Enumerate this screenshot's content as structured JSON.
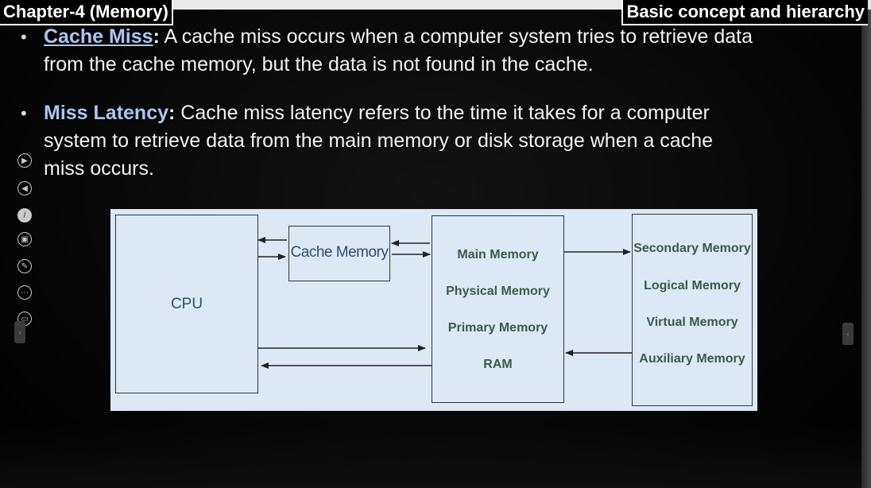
{
  "header": {
    "chapter_title": "Chapter-4 (Memory)",
    "topic_title": "Basic concept and hierarchy"
  },
  "bullets": [
    {
      "term": "Cache Miss",
      "colon": ":",
      "line1": " A cache miss occurs when a computer system tries to retrieve data",
      "line2": "from the cache memory, but the data is not found in the cache."
    },
    {
      "term": "Miss Latency",
      "colon": ":",
      "line1": " Cache miss latency refers to the time it takes for a computer",
      "line2": "system to retrieve data from the main memory or disk storage when a cache",
      "line3": "miss occurs."
    }
  ],
  "bullet_glyph": "•",
  "toolbar": {
    "icons": [
      "play-icon",
      "back-icon",
      "pen-icon",
      "copy-icon",
      "edit-icon",
      "more-icon",
      "screen-icon"
    ]
  },
  "diagram": {
    "cpu_label": "CPU",
    "cache_label": "Cache Memory",
    "main_memory_labels": [
      "Main Memory",
      "Physical Memory",
      "Primary Memory",
      "RAM"
    ],
    "secondary_memory_labels": [
      "Secondary Memory",
      "Logical Memory",
      "Virtual Memory",
      "Auxiliary Memory"
    ]
  },
  "colors": {
    "term_color": "#a9c6ee",
    "diagram_bg": "#dce9f5"
  }
}
